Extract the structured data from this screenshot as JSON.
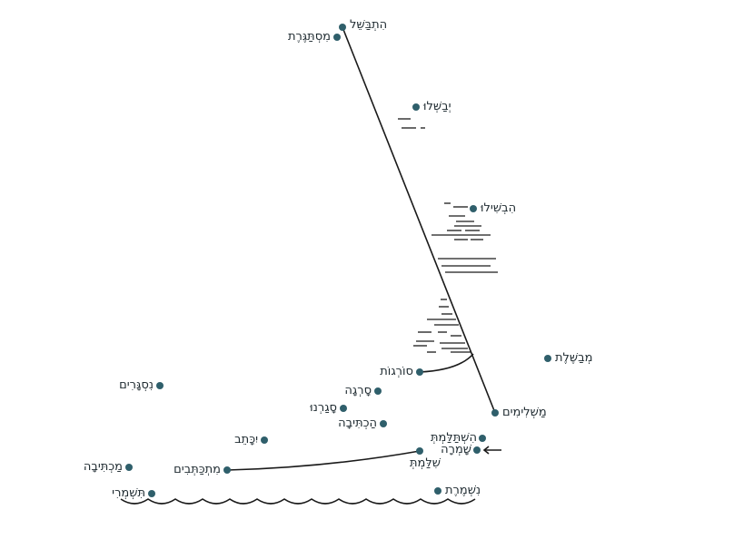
{
  "colors": {
    "dot": "#2f5f6b",
    "line": "#1a1a1a",
    "text": "#1e2a30"
  },
  "nodes": [
    {
      "id": "hitbashel",
      "label": "הִתְבַּשֵּׁל"
    },
    {
      "id": "mistageret",
      "label": "מִסְתַּגֶּרֶת"
    },
    {
      "id": "yevashlu",
      "label": "יְבַשְּׁלוּ"
    },
    {
      "id": "hivshilu",
      "label": "הִבְשִׁילוּ"
    },
    {
      "id": "mevashelet",
      "label": "מְבַשֶּׁלֶת"
    },
    {
      "id": "sorgot",
      "label": "סוֹרְגוֹת"
    },
    {
      "id": "nisgarim",
      "label": "נִסְגָּרִים"
    },
    {
      "id": "sarga",
      "label": "סָרְגָה"
    },
    {
      "id": "sagarnu",
      "label": "סָגַרְנוּ"
    },
    {
      "id": "hachtiva",
      "label": "הַכְתִּיבָה"
    },
    {
      "id": "mashlimim",
      "label": "מַשְׁלִימִים"
    },
    {
      "id": "yikatev",
      "label": "יִכָּתֵב"
    },
    {
      "id": "hishtalamt",
      "label": "הִשְׁתַּלַּמְתְּ"
    },
    {
      "id": "shamra",
      "label": "שָׁמְרָה"
    },
    {
      "id": "shilamt",
      "label": "שִׁלַּמְתְּ"
    },
    {
      "id": "mitkatvim",
      "label": "מִתְכַּתְּבִים"
    },
    {
      "id": "machtiva",
      "label": "מַכְתִּיבָה"
    },
    {
      "id": "tishmeri",
      "label": "תִּשְׁמְרִי"
    },
    {
      "id": "nishmeret",
      "label": "נִשְׁמֶרֶת"
    }
  ]
}
